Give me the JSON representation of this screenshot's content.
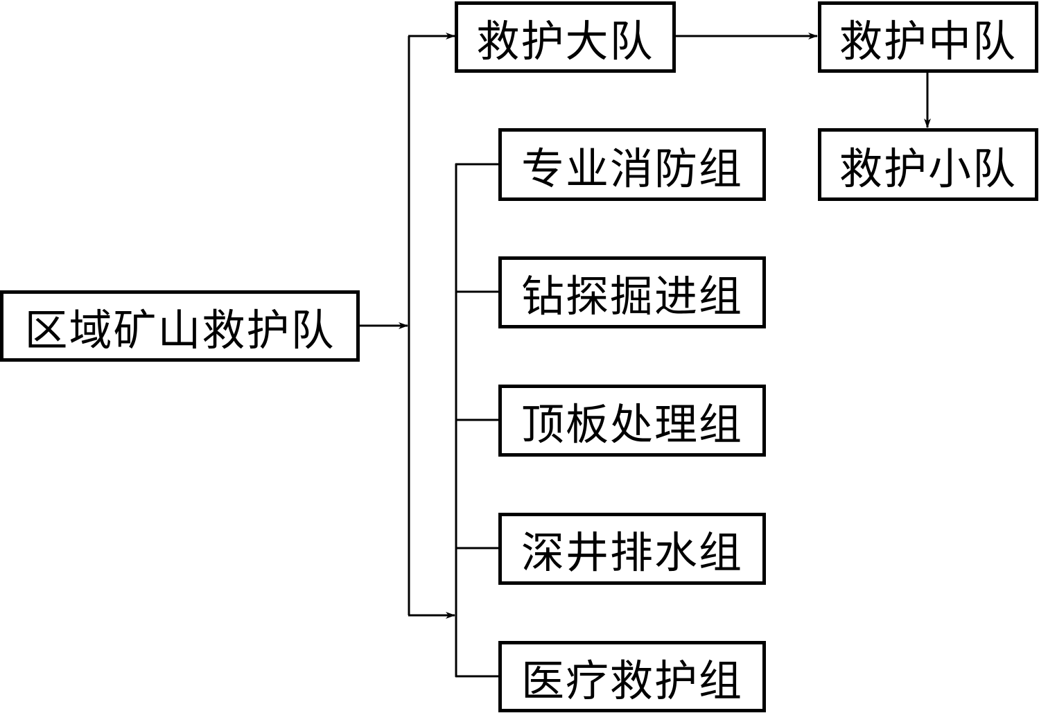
{
  "diagram": {
    "root": {
      "label": "区域矿山救护队"
    },
    "brigade": {
      "label": "救护大队"
    },
    "squadron": {
      "label": "救护中队"
    },
    "squad": {
      "label": "救护小队"
    },
    "groups": [
      {
        "label": "专业消防组"
      },
      {
        "label": "钻探掘进组"
      },
      {
        "label": "顶板处理组"
      },
      {
        "label": "深井排水组"
      },
      {
        "label": "医疗救护组"
      }
    ]
  },
  "colors": {
    "line": "#000000",
    "box_border": "#000000",
    "background": "#ffffff"
  }
}
